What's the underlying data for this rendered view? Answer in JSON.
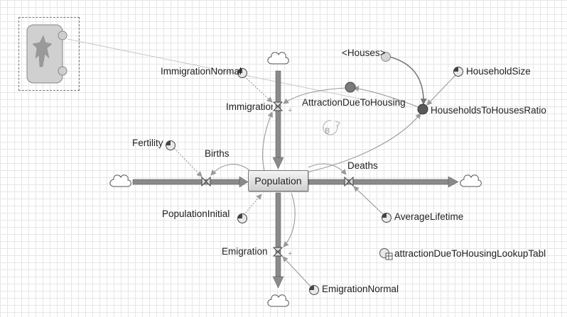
{
  "diagram": {
    "stock": {
      "label": "Population"
    },
    "flows": {
      "births": "Births",
      "deaths": "Deaths",
      "immigration": "Immigration",
      "emigration": "Emigration"
    },
    "variables": {
      "immigration_normal": "ImmigrationNormal",
      "attraction_due_to_housing": "AttractionDueToHousing",
      "households_to_houses_ratio": "HouseholdsToHousesRatio",
      "household_size": "HouseholdSize",
      "houses": "<Houses>",
      "fertility": "Fertility",
      "population_initial": "PopulationInitial",
      "average_lifetime": "AverageLifetime",
      "emigration_normal": "EmigrationNormal"
    },
    "table_function": {
      "label": "attractionDueToHousingLookupTabl"
    },
    "loop_marker": {
      "label": "B"
    },
    "icons": {
      "agent": "agent-person-icon",
      "cloud": "cloud-source-sink-icon",
      "valve": "flow-valve-icon",
      "parameter": "parameter-icon",
      "table": "table-function-icon"
    },
    "colors": {
      "flow_pipe": "#8a8a8a",
      "link": "#9a9a9a",
      "dynamic_var": "#7a7a7a",
      "stock_fill": "#e0e0e0"
    }
  }
}
